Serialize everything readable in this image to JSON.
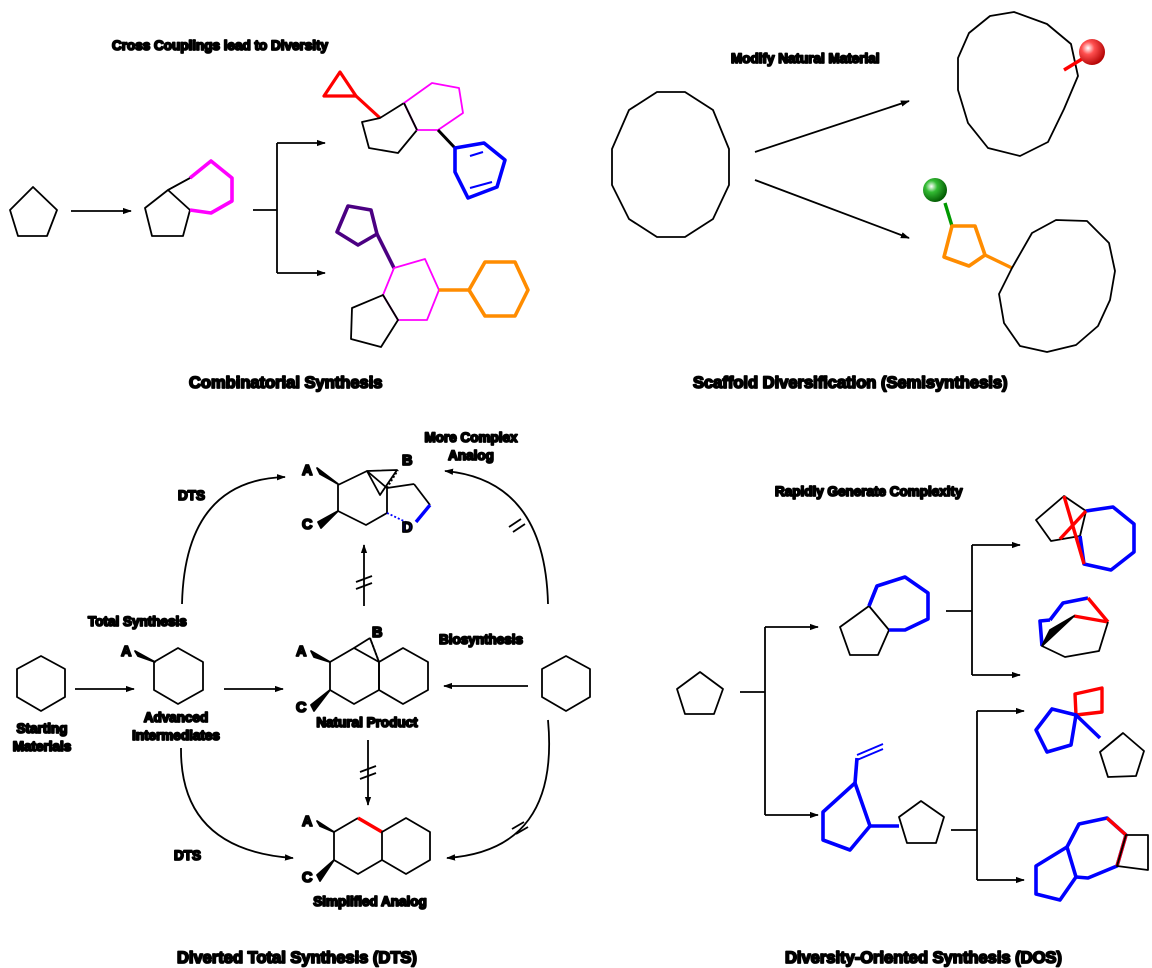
{
  "colors": {
    "black": "#000000",
    "red": "#ff0000",
    "magenta": "#ff00ff",
    "blue": "#0000ff",
    "orange": "#ff8c00",
    "purple": "#4b0082",
    "green_sphere": "#009900",
    "red_sphere": "#ff1a1a"
  },
  "combinatorial": {
    "title": "Combinatorial Synthesis",
    "caption": "Cross Couplings lead to Diversity"
  },
  "scaffold": {
    "title": "Scaffold Diversification (Semisynthesis)",
    "caption": "Modify Natural Material"
  },
  "dts": {
    "title": "Diverted Total Synthesis (DTS)",
    "more_complex": [
      "More Complex",
      "Analog"
    ],
    "dts_top": "DTS",
    "dts_bottom": "DTS",
    "total_synthesis": "Total Synthesis",
    "biosynthesis": "Biosynthesis",
    "starting_materials": [
      "Starting",
      "Materials"
    ],
    "advanced_intermediates": [
      "Advanced",
      "Intermediates"
    ],
    "natural_product": "Natural Product",
    "simplified_analog": "Simplified Analog",
    "atoms": {
      "A": "A",
      "B": "B",
      "C": "C",
      "D": "D"
    }
  },
  "dos": {
    "title": "Diversity-Oriented Synthesis (DOS)",
    "caption": "Rapidly Generate Complexity"
  }
}
